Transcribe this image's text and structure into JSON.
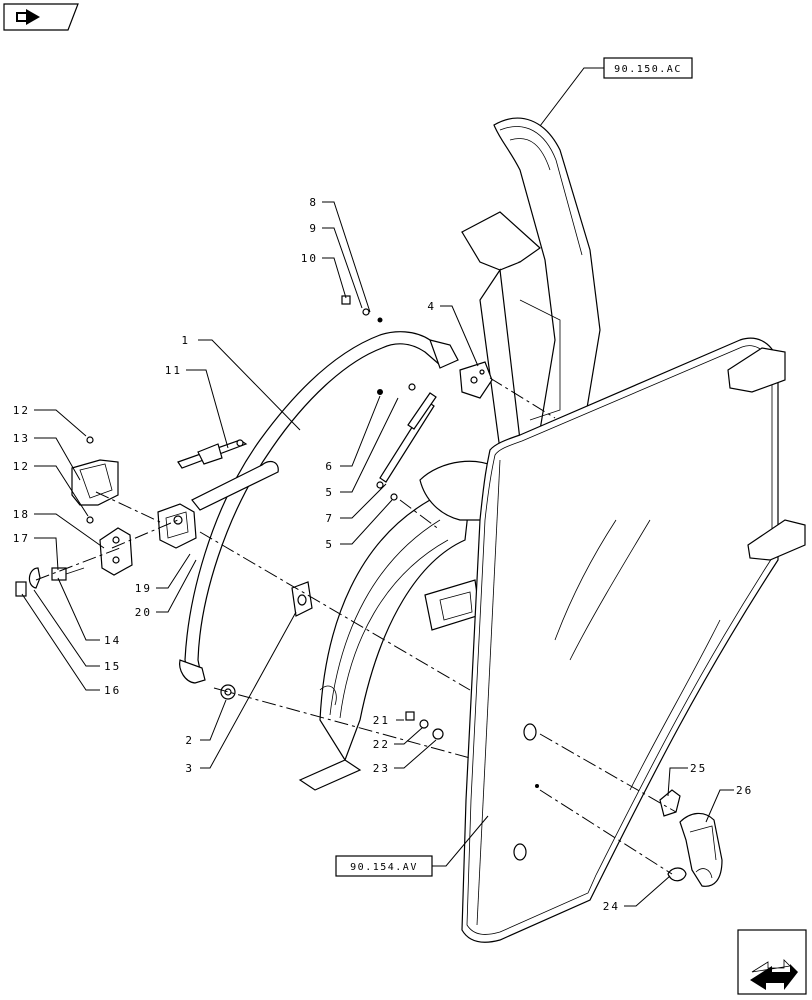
{
  "references": {
    "top": "90.150.AC",
    "bottom": "90.154.AV"
  },
  "callouts": [
    "1",
    "2",
    "3",
    "4",
    "5",
    "5",
    "6",
    "7",
    "8",
    "9",
    "10",
    "11",
    "12",
    "12",
    "13",
    "14",
    "15",
    "16",
    "17",
    "18",
    "19",
    "20",
    "21",
    "22",
    "23",
    "24",
    "25",
    "26"
  ],
  "nav": {
    "prev_icon": "arrow-left-icon",
    "next_icon": "arrow-right-icon"
  }
}
